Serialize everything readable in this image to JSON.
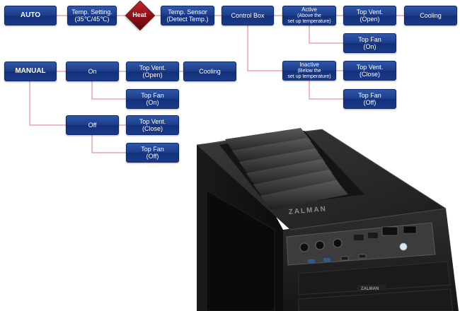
{
  "colors": {
    "node_blue": "#1c3d8c",
    "heat_red": "#a3141b",
    "connector": "#e07a86"
  },
  "auto": {
    "title": "AUTO",
    "temp_setting": [
      "Temp. Setting.",
      "(35℃/45℃)"
    ],
    "heat": "Heat",
    "temp_sensor": [
      "Temp. Sensor",
      "(Detect Temp.)"
    ],
    "control_box": "Control Box",
    "active": [
      "Active",
      "(Above the",
      "set up temperature)"
    ],
    "active_vent": [
      "Top Vent.",
      "(Open)"
    ],
    "active_cooling": "Cooling",
    "active_fan": [
      "Top Fan",
      "(On)"
    ],
    "inactive": [
      "Inactive",
      "(Below the",
      "set up temperature)"
    ],
    "inactive_vent": [
      "Top Vent.",
      "(Close)"
    ],
    "inactive_fan": [
      "Top Fan",
      "(Off)"
    ]
  },
  "manual": {
    "title": "MANUAL",
    "on": "On",
    "on_vent": [
      "Top Vent.",
      "(Open)"
    ],
    "on_cooling": "Cooling",
    "on_fan": [
      "Top Fan",
      "(On)"
    ],
    "off": "Off",
    "off_vent": [
      "Top Vent.",
      "(Close)"
    ],
    "off_fan": [
      "Top Fan",
      "(Off)"
    ]
  },
  "case_brand": [
    "ZALMAN",
    "ZALMAN"
  ]
}
